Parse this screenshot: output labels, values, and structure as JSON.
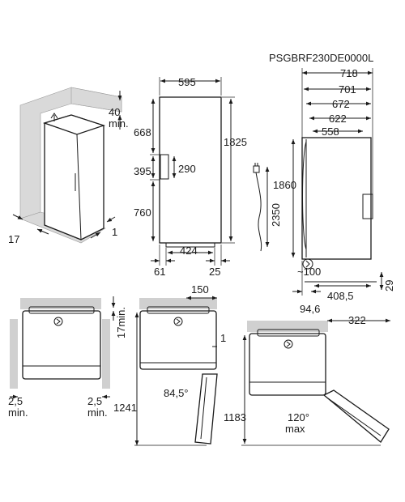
{
  "model": "PSGBRF230DE0000L",
  "perspective": {
    "clearance_top": "40\nmin.",
    "side_left": "17",
    "side_right": "1"
  },
  "front": {
    "width": "595",
    "height": "1825",
    "upper": "668",
    "handle_zone": "395",
    "handle": "290",
    "lower": "760",
    "base_width": "424",
    "foot_left": "61",
    "foot_right": "25"
  },
  "cable": {
    "length": "2350"
  },
  "side": {
    "d1": "718",
    "d2": "701",
    "d3": "672",
    "d4": "622",
    "d5": "558",
    "height": "1860",
    "plug": "~100",
    "back": "408,5",
    "bottom_gap": "29",
    "foot": "94,6"
  },
  "plan1": {
    "top_gap": "17min.",
    "left": "2,5\nmin.",
    "right": "2,5\nmin."
  },
  "plan2": {
    "depth_extra": "150",
    "door_gap": "1",
    "angle": "84,5°",
    "total": "1241"
  },
  "plan3": {
    "width_extra": "322",
    "total": "1183",
    "angle": "120°\nmax"
  },
  "icons": {
    "plug": "plug-icon",
    "arrow_up": "arrow-up-icon"
  }
}
